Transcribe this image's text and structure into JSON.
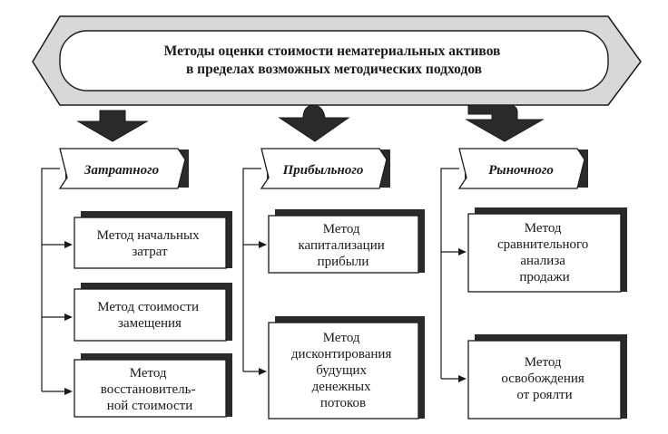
{
  "title": {
    "lines": [
      "Методы оценки стоимости нематериальных активов",
      "в пределах возможных методических подходов"
    ]
  },
  "approaches": [
    {
      "label": "Затратного",
      "methods": [
        {
          "lines": [
            "Метод начальных",
            "затрат"
          ]
        },
        {
          "lines": [
            "Метод стоимости",
            "замещения"
          ]
        },
        {
          "lines": [
            "Метод",
            "восстановитель-",
            "ной стоимости"
          ]
        }
      ]
    },
    {
      "label": "Прибыльного",
      "methods": [
        {
          "lines": [
            "Метод",
            "капитализации",
            "прибыли"
          ]
        },
        {
          "lines": [
            "Метод",
            "дисконтирования",
            "будущих",
            "денежных",
            "потоков"
          ]
        }
      ]
    },
    {
      "label": "Рыночного",
      "methods": [
        {
          "lines": [
            "Метод",
            "сравнительного",
            "анализа",
            "продажи"
          ]
        },
        {
          "lines": [
            "Метод",
            "освобождения",
            "от роялти"
          ]
        }
      ]
    }
  ]
}
